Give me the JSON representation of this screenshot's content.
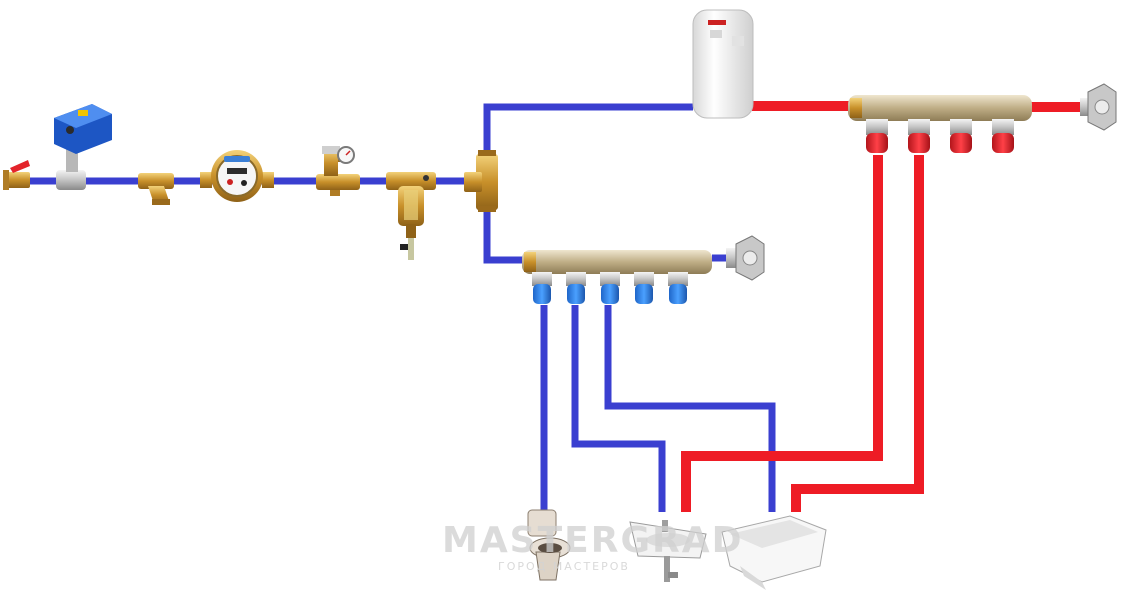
{
  "watermark": {
    "brand": "MASTERGRAD",
    "tagline": "ГОРОД МАСТЕРОВ"
  },
  "colors": {
    "cold_pipe": "#3a3fd0",
    "hot_pipe": "#ee1c25",
    "brass": "#d9a441",
    "chrome": "#c9c9c9",
    "valve_red": "#e3242b",
    "valve_blue": "#2e7be0"
  },
  "components": [
    "inlet-ball-valve",
    "motorized-shutoff-valve",
    "y-strainer",
    "water-meter",
    "pressure-reducer",
    "filter",
    "tee-fitting",
    "cold-manifold",
    "water-heater",
    "hot-manifold",
    "toilet",
    "sink",
    "bathtub"
  ]
}
